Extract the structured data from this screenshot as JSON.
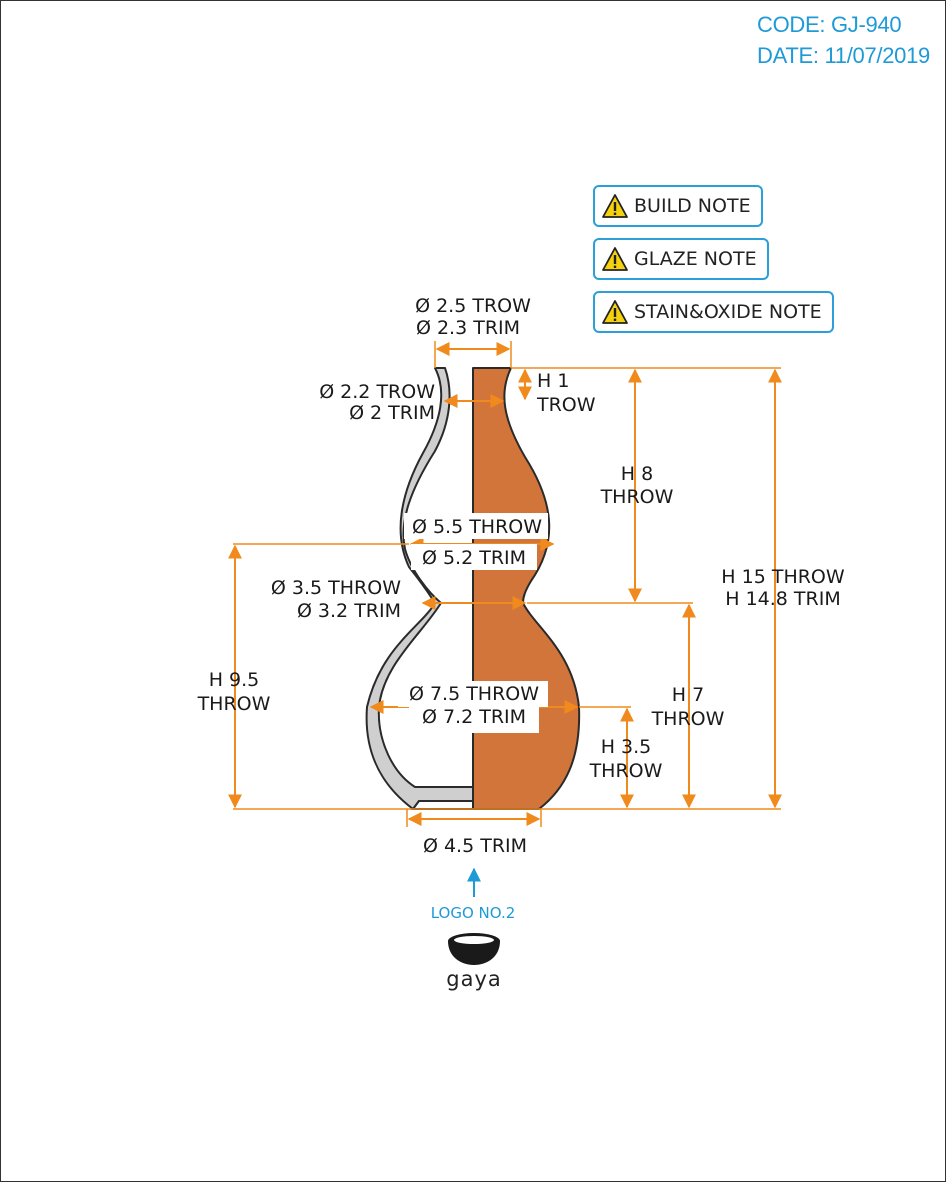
{
  "header": {
    "code": "CODE: GJ-940",
    "date": "DATE: 11/07/2019"
  },
  "notes": {
    "build": "BUILD NOTE",
    "glaze": "GLAZE NOTE",
    "stain_oxide": "STAIN&OXIDE NOTE"
  },
  "dimensions": {
    "lip_throw": "Ø 2.5 TROW",
    "lip_trim": "Ø 2.3 TRIM",
    "neck_throw": "Ø 2.2 TROW",
    "neck_trim": "Ø 2 TRIM",
    "neck_height": "H 1",
    "neck_height_method": "TROW",
    "upper_height": "H 8",
    "upper_height_method": "THROW",
    "upper_bulb_throw": "Ø 5.5 THROW",
    "upper_bulb_trim": "Ø 5.2 TRIM",
    "waist_throw": "Ø 3.5 THROW",
    "waist_trim": "Ø 3.2 TRIM",
    "total_height_throw": "H 15 THROW",
    "total_height_trim": "H 14.8 TRIM",
    "lower_height": "H 9.5",
    "lower_height_method": "THROW",
    "lower_bulb_height": "H 7",
    "lower_bulb_height_method": "THROW",
    "lower_bulb_throw": "Ø 7.5 THROW",
    "lower_bulb_trim": "Ø 7.2 TRIM",
    "belly_height": "H 3.5",
    "belly_height_method": "THROW",
    "foot_trim": "Ø 4.5 TRIM"
  },
  "logo": {
    "label": "LOGO NO.2",
    "brand": "gaya"
  },
  "colors": {
    "dimension_line": "#f08a1c",
    "clay_body": "#d2753b",
    "section_fill": "#cfcfcf",
    "accent_blue": "#1e9ad6"
  }
}
